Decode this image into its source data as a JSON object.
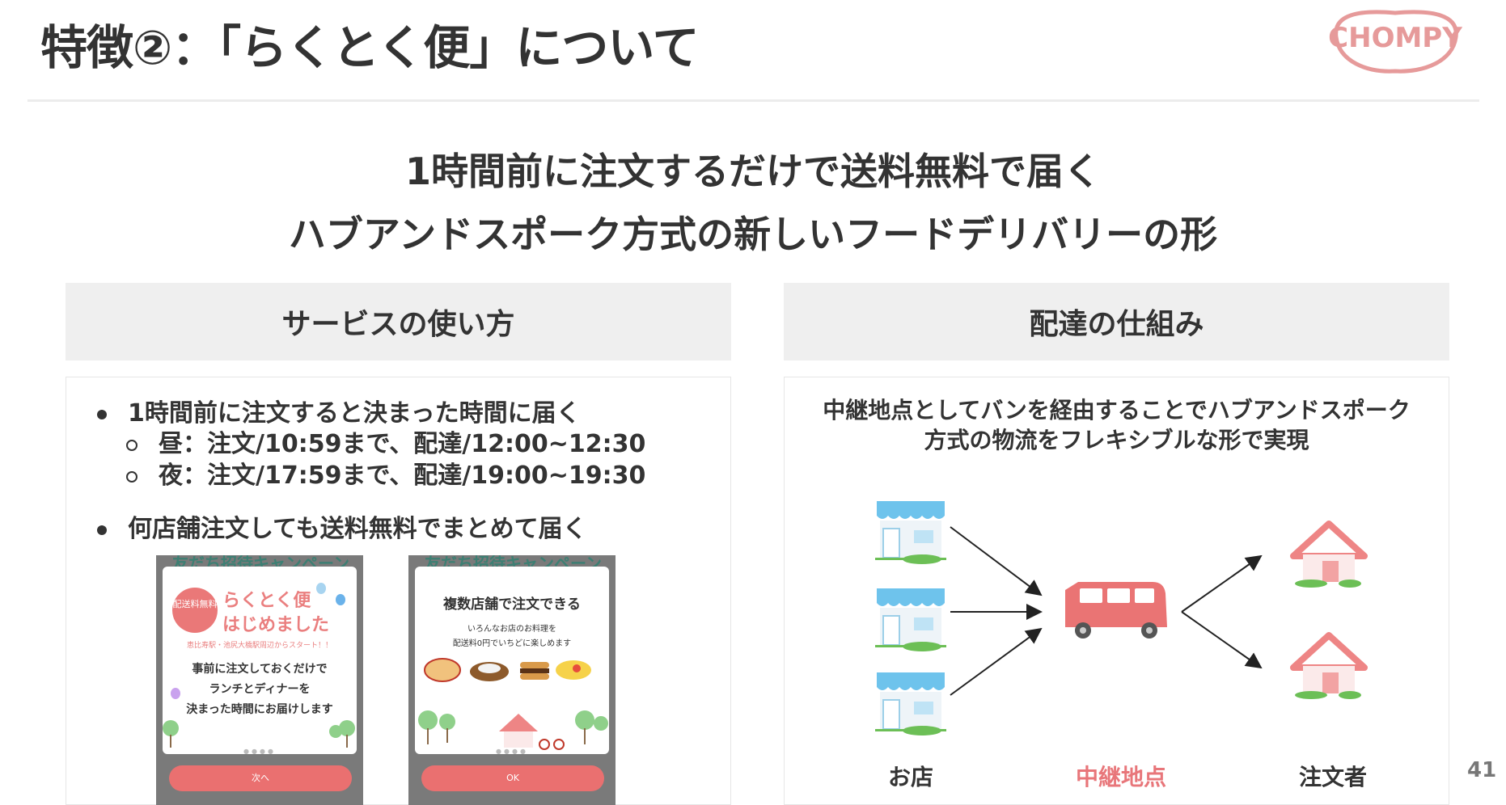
{
  "header": {
    "title": "特徴②：「らくとく便」について",
    "logo_text": "CHOMPY"
  },
  "headline": {
    "line1": "1時間前に注文するだけで送料無料で届く",
    "line2": "ハブアンドスポーク方式の新しいフードデリバリーの形"
  },
  "left_panel": {
    "heading": "サービスの使い方",
    "bullet1": "1時間前に注文すると決まった時間に届く",
    "sub1": "昼：注文/10:59まで、配達/12:00~12:30",
    "sub2": "夜：注文/17:59まで、配達/19:00~19:30",
    "bullet2": "何店舗注文しても送料無料でまとめて届く",
    "phone1": {
      "banner": "友だち招待キャンペーン",
      "badge": "配送料無料",
      "title_line1": "らくとく便",
      "title_line2": "はじめました",
      "area": "恵比寿駅・池尻大橋駅周辺からスタート！！",
      "desc_line1": "事前に注文しておくだけで",
      "desc_line2": "ランチとディナーを",
      "desc_line3": "決まった時間にお届けします",
      "button": "次へ"
    },
    "phone2": {
      "banner": "友だち招待キャンペーン",
      "title": "複数店舗で注文できる",
      "desc_line1": "いろんなお店のお料理を",
      "desc_line2": "配送料0円でいちどに楽しめます",
      "button": "OK"
    }
  },
  "right_panel": {
    "heading": "配達の仕組み",
    "desc_line1": "中継地点としてバンを経由することでハブアンドスポーク",
    "desc_line2": "方式の物流をフレキシブルな形で実現",
    "label_shop": "お店",
    "label_hub": "中継地点",
    "label_customer": "注文者"
  },
  "page_number": "41",
  "colors": {
    "accent": "#e97f7f",
    "hub_label": "#e8767a",
    "panel_head_bg": "#efefef",
    "awning_blue": "#6ec3ec",
    "house_red": "#ee8585",
    "van": "#ea7474",
    "grass": "#6cbf56"
  }
}
